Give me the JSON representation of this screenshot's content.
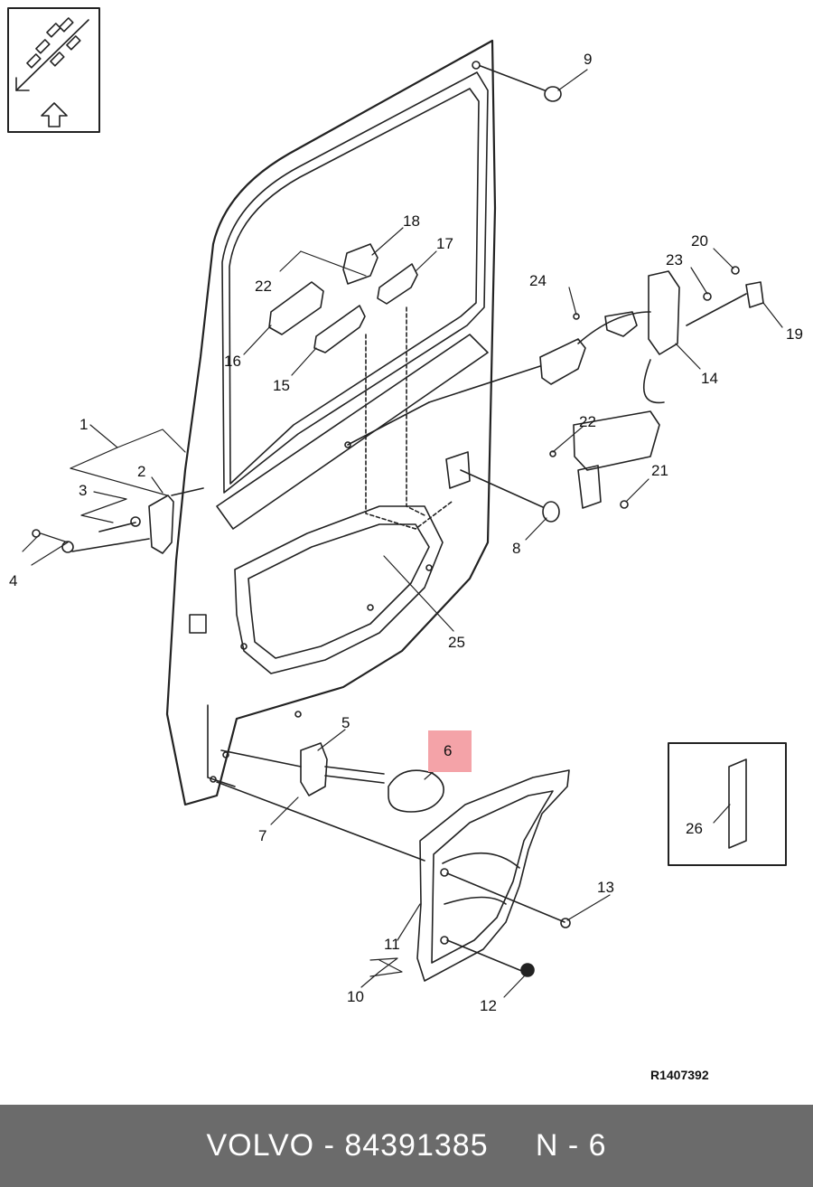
{
  "diagram": {
    "callouts": [
      "1",
      "2",
      "3",
      "4",
      "5",
      "6",
      "7",
      "8",
      "9",
      "10",
      "11",
      "12",
      "13",
      "14",
      "15",
      "16",
      "17",
      "18",
      "19",
      "20",
      "21",
      "22",
      "22",
      "23",
      "24",
      "25",
      "26"
    ],
    "highlighted_callout": "6",
    "highlight_color": "#f4a3a8",
    "reference_code": "R1407392"
  },
  "footer": {
    "brand": "VOLVO",
    "part_number": "84391385",
    "position": "N - 6",
    "text": "VOLVO - 84391385     N - 6",
    "background": "#6b6b6b"
  }
}
